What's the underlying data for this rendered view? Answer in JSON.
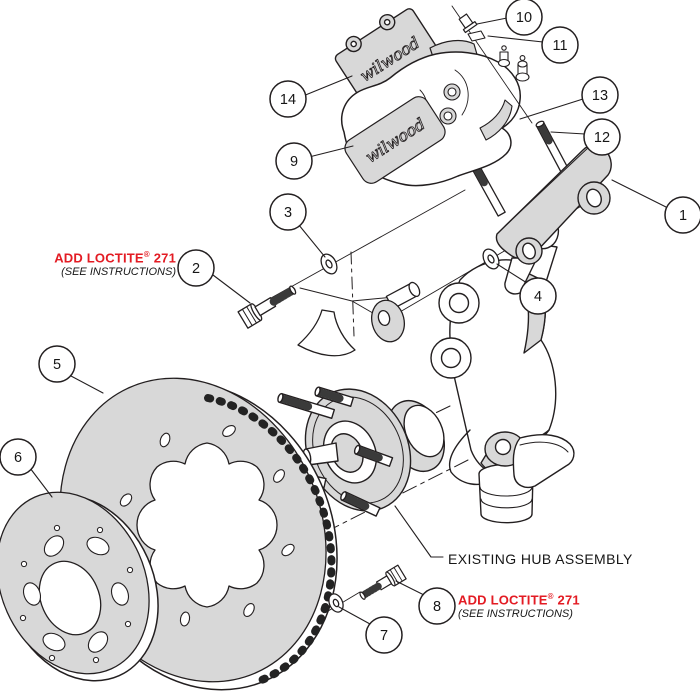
{
  "diagram": {
    "subject": "Front disc brake kit exploded assembly diagram",
    "background_color": "#ffffff",
    "line_color": "#231f20",
    "part_fill_color": "#d8d8d8",
    "warning_color": "#e31b23"
  },
  "brand": {
    "logo_script": "wilwood"
  },
  "labels": {
    "existing_hub": "EXISTING HUB ASSEMBLY",
    "loctite_left": {
      "main": "ADD LOCTITE",
      "registered_mark": "®",
      "product_number": "271",
      "note": "(SEE INSTRUCTIONS)"
    },
    "loctite_right": {
      "main": "ADD LOCTITE",
      "registered_mark": "®",
      "product_number": "271",
      "note": "(SEE INSTRUCTIONS)"
    }
  },
  "callouts": {
    "c1": "1",
    "c2": "2",
    "c3": "3",
    "c4": "4",
    "c5": "5",
    "c6": "6",
    "c7": "7",
    "c8": "8",
    "c9": "9",
    "c10": "10",
    "c11": "11",
    "c12": "12",
    "c13": "13",
    "c14": "14"
  }
}
